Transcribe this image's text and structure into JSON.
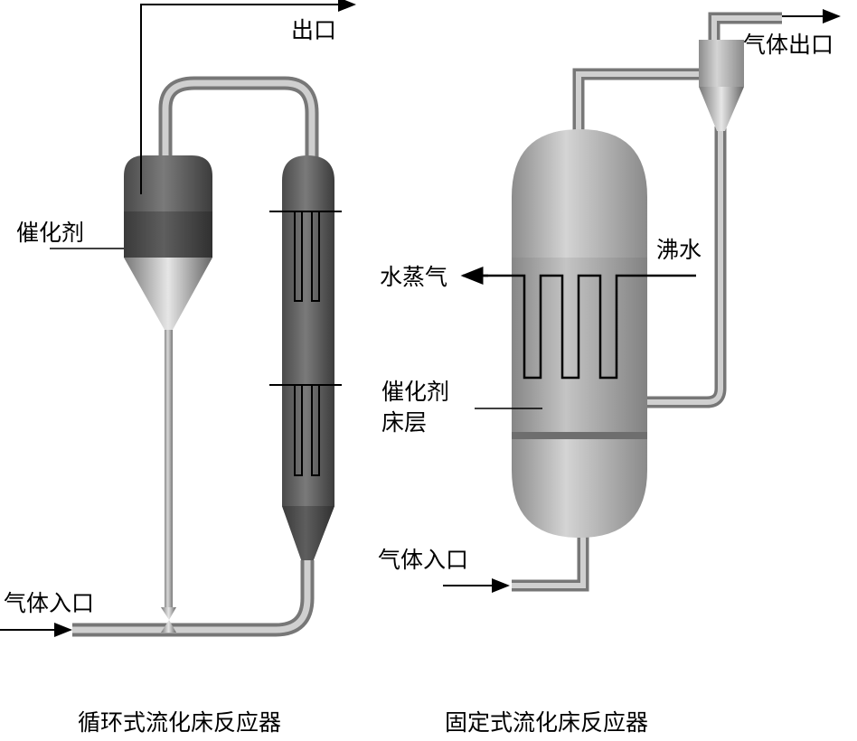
{
  "left": {
    "outlet": "出口",
    "catalyst": "催化剂",
    "gas_inlet": "气体入口",
    "caption": "循环式流化床反应器"
  },
  "right": {
    "gas_outlet": "气体出口",
    "boiling_water": "沸水",
    "steam": "水蒸气",
    "catalyst_bed_line1": "催化剂",
    "catalyst_bed_line2": "床层",
    "gas_inlet": "气体入口",
    "caption": "固定式流化床反应器"
  }
}
